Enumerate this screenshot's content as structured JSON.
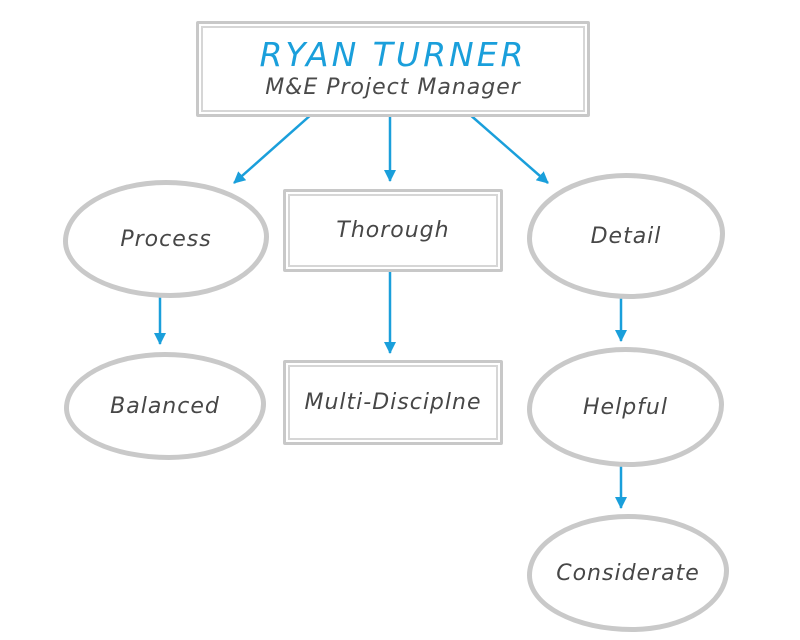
{
  "title_block": {
    "name": "RYAN TURNER",
    "role": "M&E Project Manager"
  },
  "nodes": [
    {
      "id": "process",
      "label": "Process",
      "shape": "ellipse",
      "column": "left",
      "row": 1
    },
    {
      "id": "thorough",
      "label": "Thorough",
      "shape": "rect",
      "column": "middle",
      "row": 1
    },
    {
      "id": "detail",
      "label": "Detail",
      "shape": "ellipse",
      "column": "right",
      "row": 1
    },
    {
      "id": "balanced",
      "label": "Balanced",
      "shape": "ellipse",
      "column": "left",
      "row": 2
    },
    {
      "id": "multi_disciplne",
      "label": "Multi-Disciplne",
      "shape": "rect",
      "column": "middle",
      "row": 2
    },
    {
      "id": "helpful",
      "label": "Helpful",
      "shape": "ellipse",
      "column": "right",
      "row": 2
    },
    {
      "id": "considerate",
      "label": "Considerate",
      "shape": "ellipse",
      "column": "right",
      "row": 3
    }
  ],
  "edges": [
    {
      "from": "root",
      "to": "process"
    },
    {
      "from": "root",
      "to": "thorough"
    },
    {
      "from": "root",
      "to": "detail"
    },
    {
      "from": "process",
      "to": "balanced"
    },
    {
      "from": "thorough",
      "to": "multi_disciplne"
    },
    {
      "from": "detail",
      "to": "helpful"
    },
    {
      "from": "helpful",
      "to": "considerate"
    }
  ],
  "palette": {
    "accent_blue": "#1a9fdb",
    "border_gray": "#c9c9c9",
    "text_dark": "#474747",
    "background": "#ffffff"
  }
}
